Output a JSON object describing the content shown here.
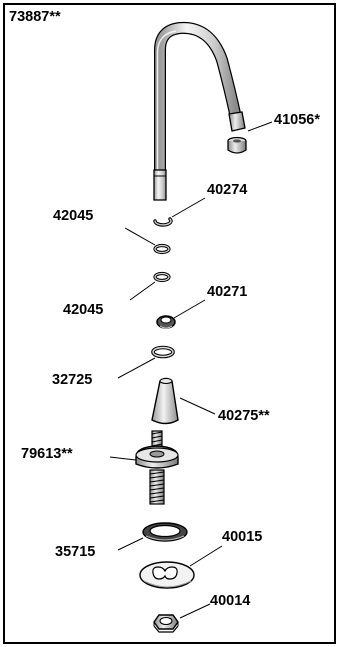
{
  "diagram": {
    "parts": {
      "spout": "73887**",
      "aerator": "41056*",
      "snap_ring_upper": "40274",
      "o_ring_a": "42045",
      "o_ring_b": "42045",
      "retaining_ring": "40271",
      "washer_small": "32725",
      "cone_cover": "40275**",
      "shank": "79613**",
      "gasket": "35715",
      "lock_plate": "40015",
      "hex_nut": "40014"
    }
  }
}
